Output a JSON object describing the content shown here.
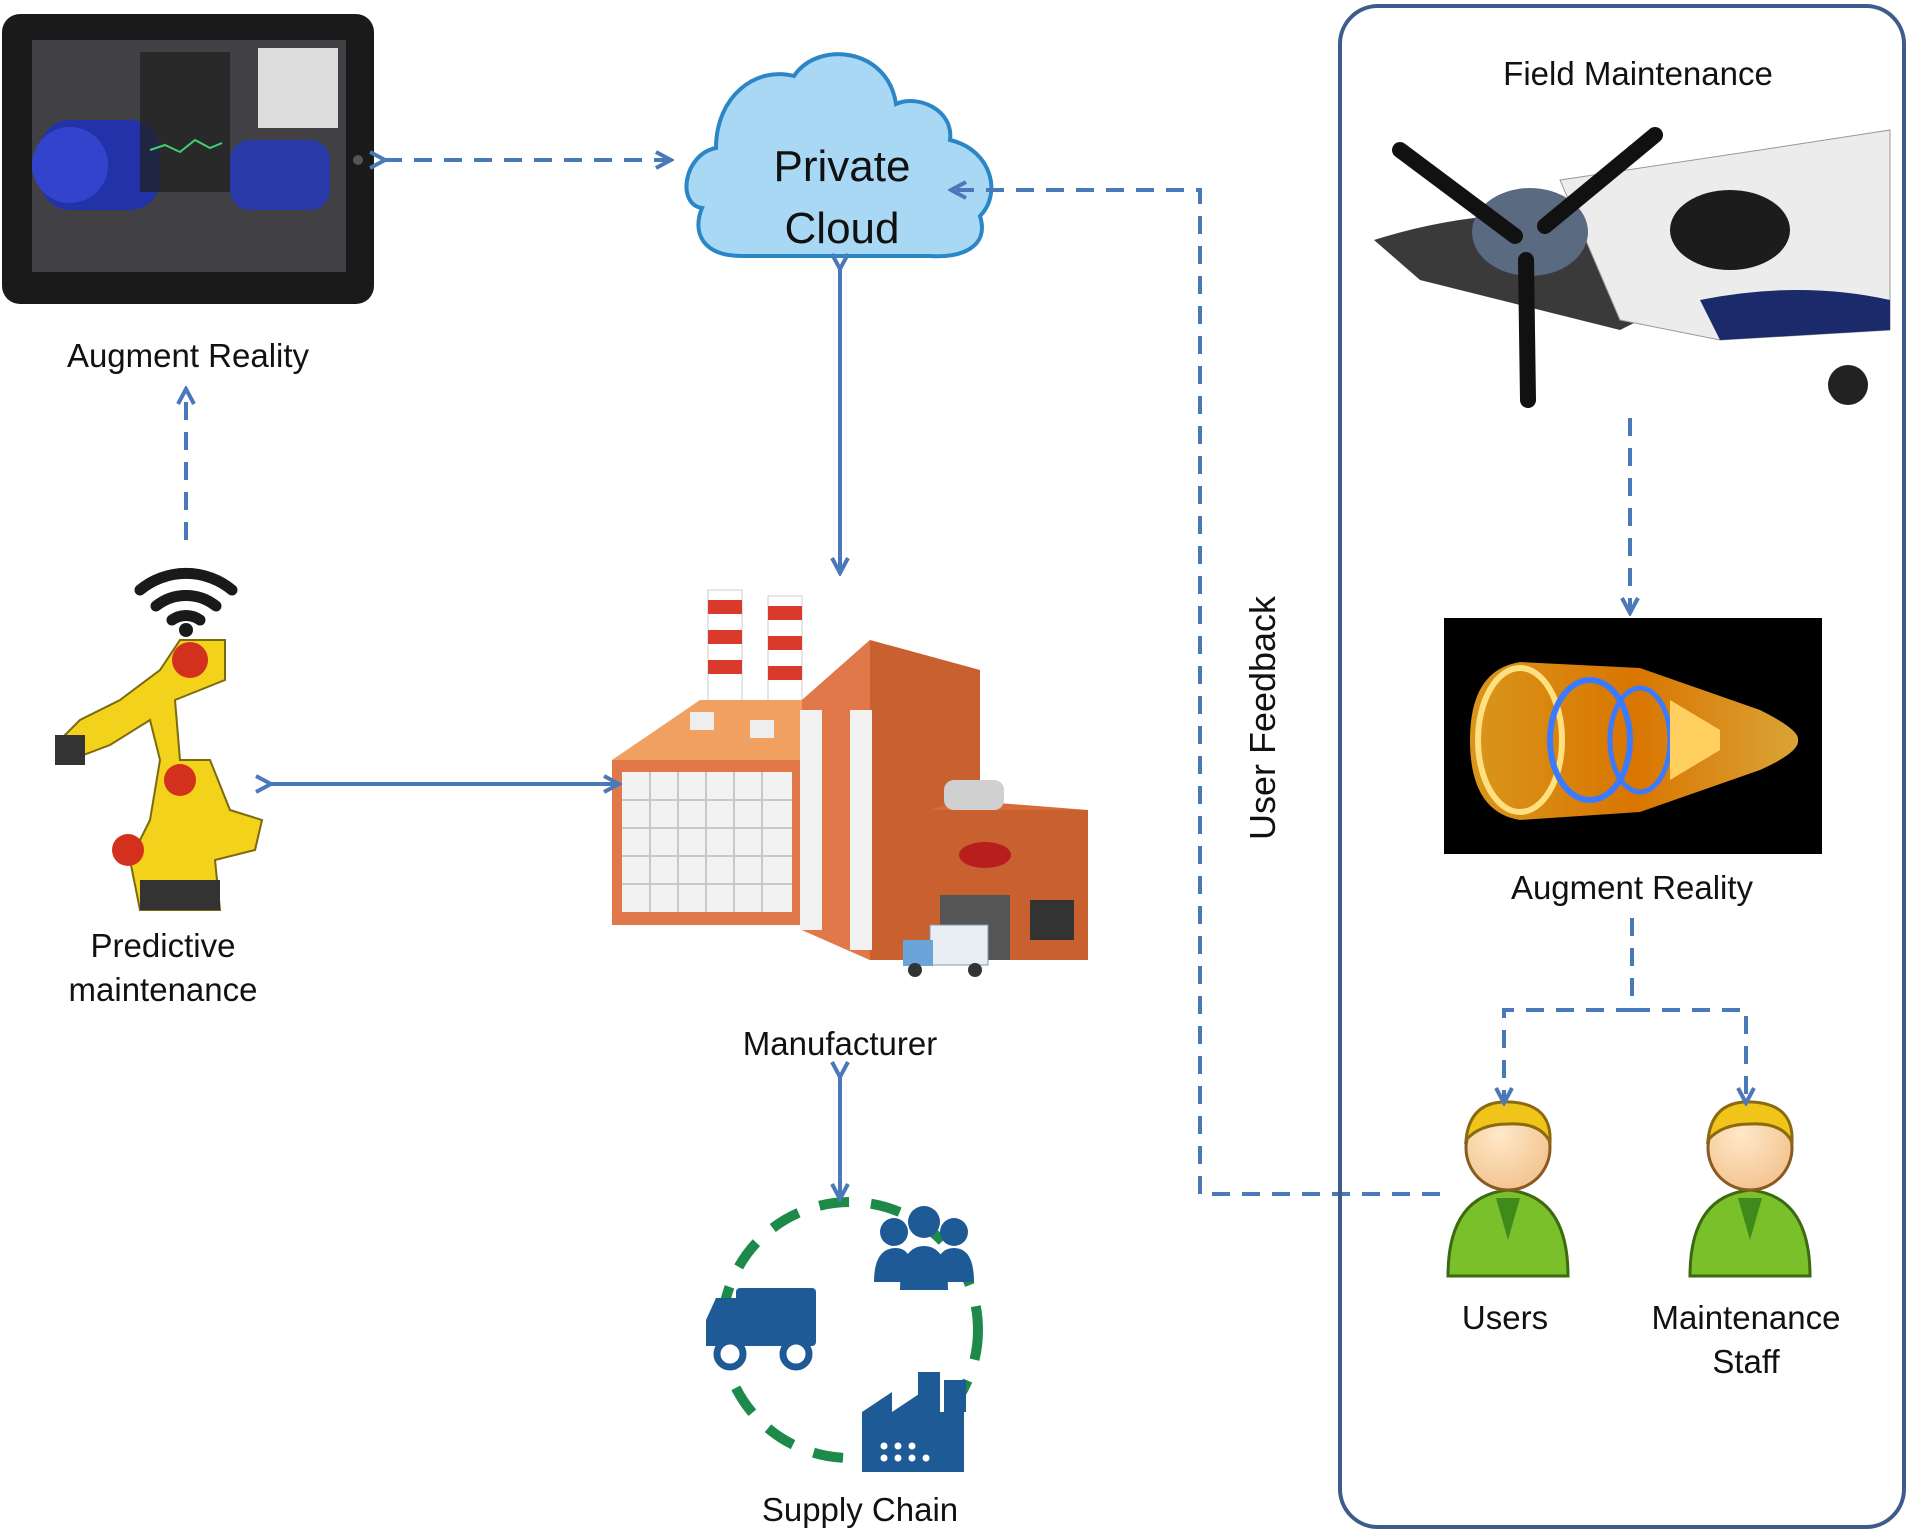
{
  "diagram": {
    "cloud_label_line1": "Private",
    "cloud_label_line2": "Cloud",
    "left": {
      "ar_label": "Augment Reality",
      "predictive_line1": "Predictive",
      "predictive_line2": "maintenance"
    },
    "center": {
      "manufacturer_label": "Manufacturer",
      "supply_chain_label": "Supply Chain"
    },
    "feedback_label": "User Feedback",
    "field": {
      "title": "Field Maintenance",
      "ar_label": "Augment Reality",
      "users_label": "Users",
      "staff_line1": "Maintenance",
      "staff_line2": "Staff"
    }
  },
  "colors": {
    "arrow": "#4a78b8",
    "cloud_fill": "#a9d8f5",
    "cloud_stroke": "#2a86c7",
    "panel_border": "#3d5c8c",
    "supply_blue": "#1e5a96",
    "supply_green": "#1e8a4a",
    "person_green": "#79c02b",
    "person_hair": "#f0c419"
  }
}
